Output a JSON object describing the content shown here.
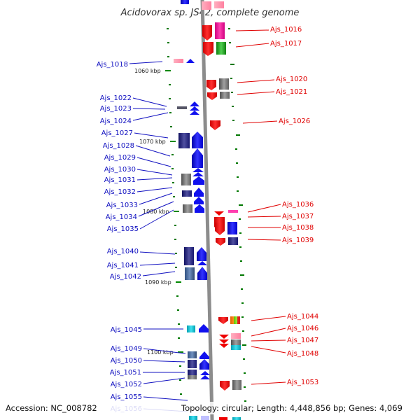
{
  "title": "Acidovorax sp. JS42, complete genome",
  "accession": "Accession: NC_008782",
  "topology": "Topology: circular; Length: 4,448,856 bp; Genes: 4,069",
  "kbp_markers": [
    "1060 kbp",
    "1070 kbp",
    "1080 kbp",
    "1090 kbp",
    "1100 kbp"
  ],
  "left_labels": [
    "Ajs_1018",
    "Ajs_1022",
    "Ajs_1023",
    "Ajs_1024",
    "Ajs_1027",
    "Ajs_1028",
    "Ajs_1029",
    "Ajs_1030",
    "Ajs_1031",
    "Ajs_1032",
    "Ajs_1033",
    "Ajs_1034",
    "Ajs_1035",
    "Ajs_1040",
    "Ajs_1041",
    "Ajs_1042",
    "Ajs_1045",
    "Ajs_1049",
    "Ajs_1050",
    "Ajs_1051",
    "Ajs_1052",
    "Ajs_1055",
    "Ajs_1056"
  ],
  "right_labels": [
    "Ajs_1016",
    "Ajs_1017",
    "Ajs_1020",
    "Ajs_1021",
    "Ajs_1026",
    "Ajs_1036",
    "Ajs_1037",
    "Ajs_1038",
    "Ajs_1039",
    "Ajs_1044",
    "Ajs_1046",
    "Ajs_1047",
    "Ajs_1048",
    "Ajs_1053"
  ],
  "colors": {
    "forward": "#0000ee",
    "reverse": "#ee0000",
    "backbone": "#888888",
    "tick": "#008800"
  }
}
